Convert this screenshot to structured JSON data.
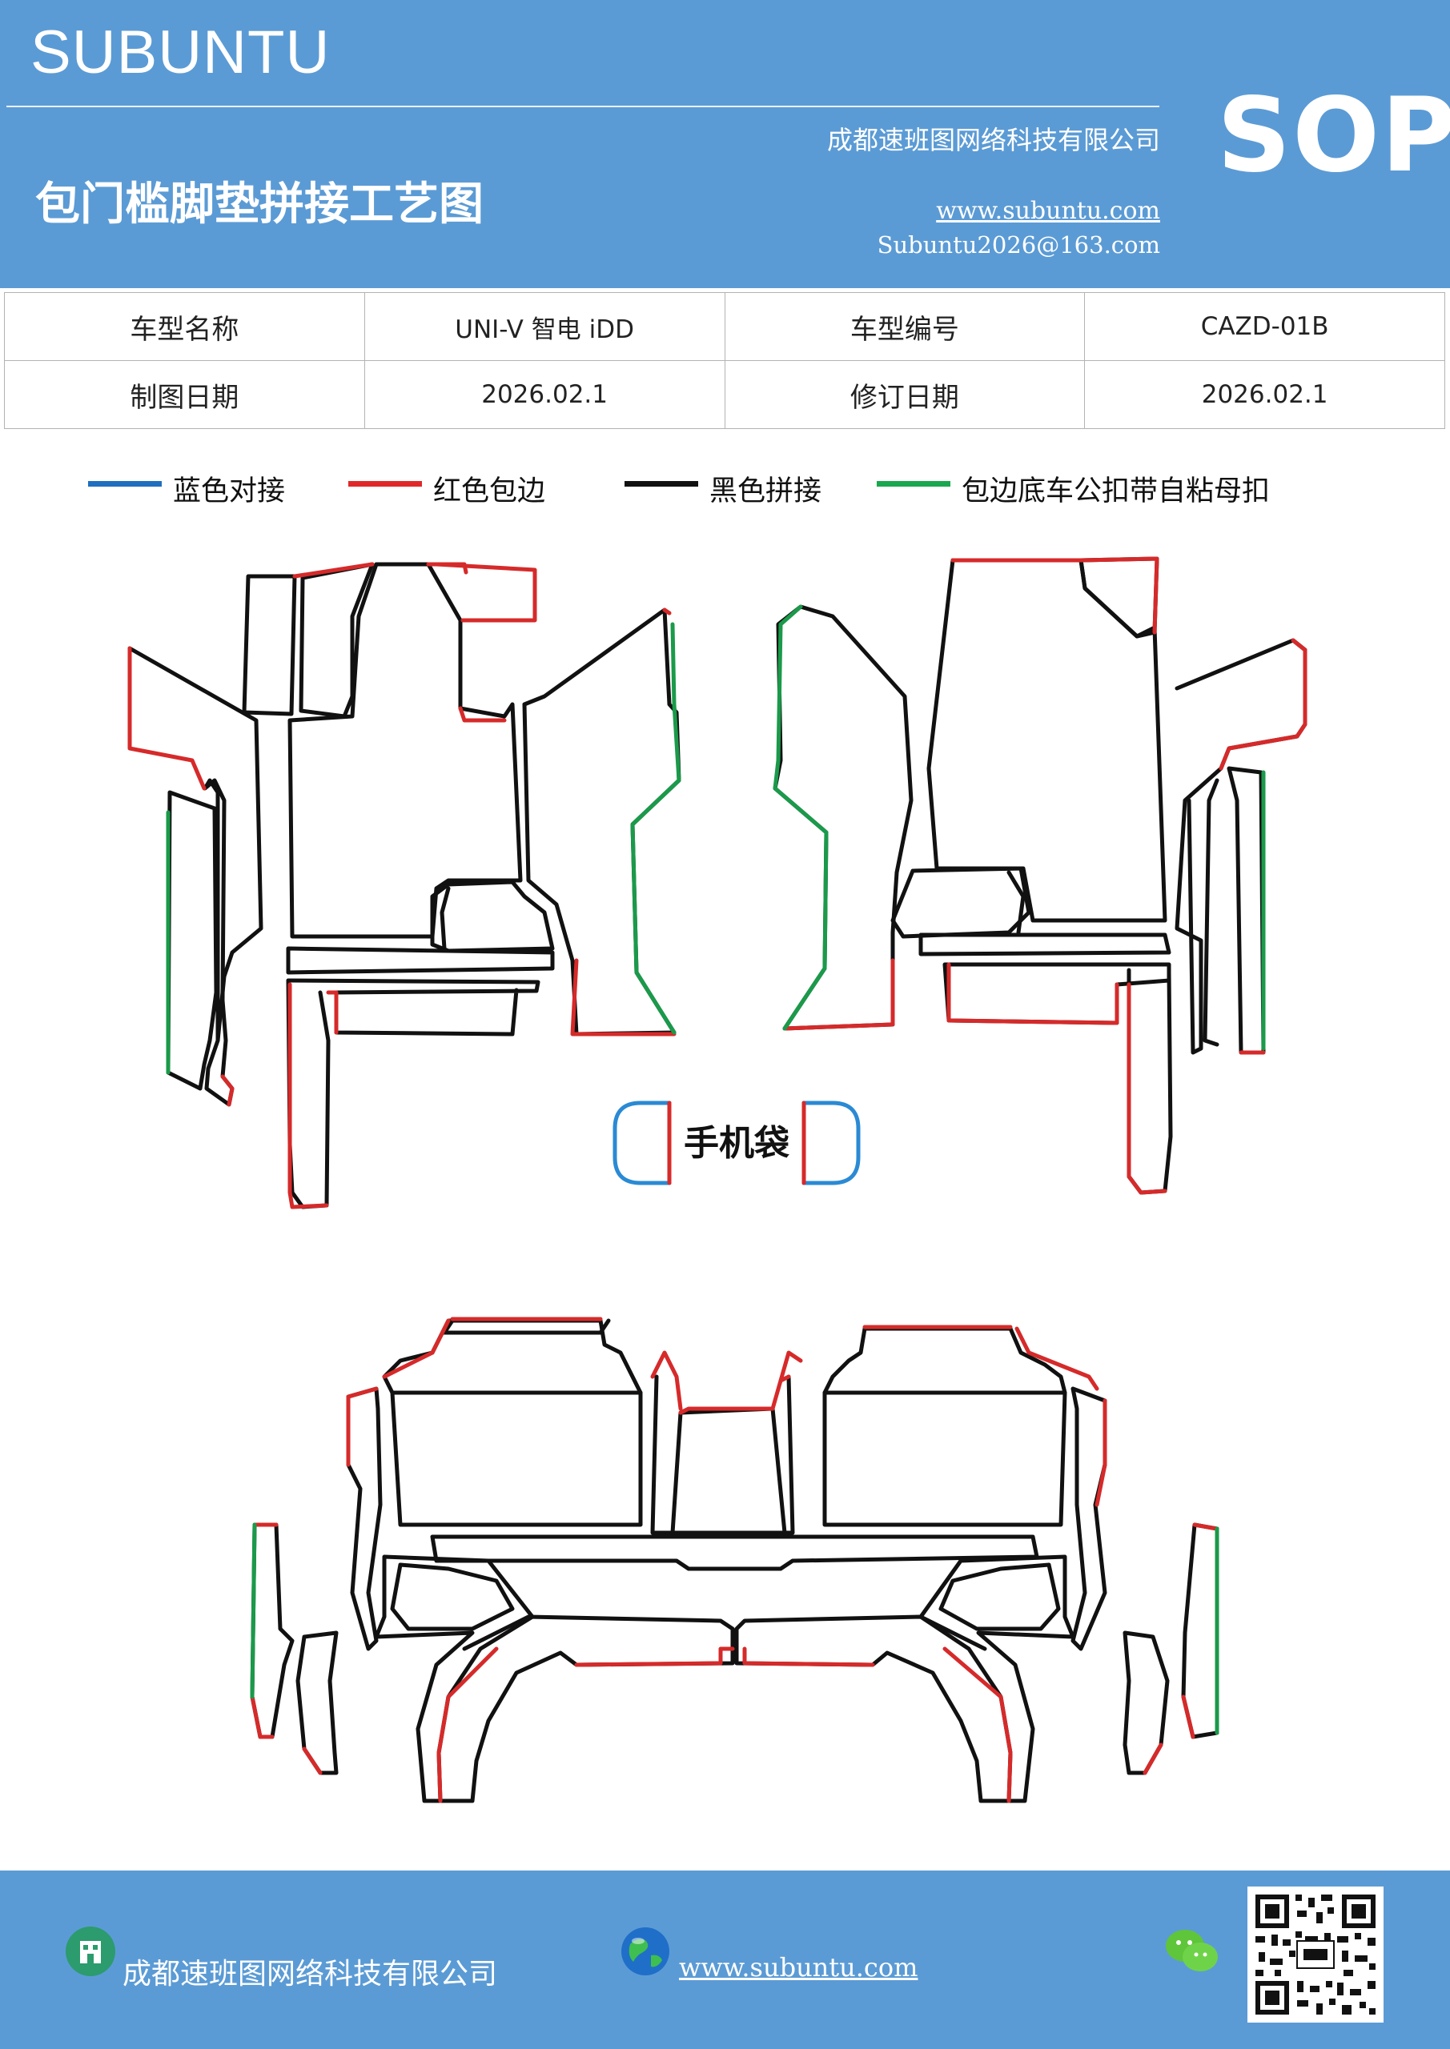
{
  "header": {
    "brand": "SUBUNTU",
    "title": "包门槛脚垫拼接工艺图",
    "company": "成都速班图网络科技有限公司",
    "website": "www.subuntu.com",
    "email": "Subuntu2026@163.com",
    "badge": "SOP"
  },
  "info_table": {
    "rows": [
      {
        "label1": "车型名称",
        "value1": "UNI-V  智电 iDD",
        "label2": "车型编号",
        "value2": "CAZD-01B"
      },
      {
        "label1": "制图日期",
        "value1": "2026.02.1",
        "label2": "修订日期",
        "value2": "2026.02.1"
      }
    ]
  },
  "legend": {
    "items": [
      {
        "label": "蓝色对接",
        "color": "#1f6fbf"
      },
      {
        "label": "红色包边",
        "color": "#e0282a"
      },
      {
        "label": "黑色拼接",
        "color": "#111111"
      },
      {
        "label": "包边底车公扣带自粘母扣",
        "color": "#1aa84f"
      }
    ]
  },
  "diagram": {
    "phone_pocket_label": "手机袋",
    "colors": {
      "black": "#111111",
      "red": "#d62a2a",
      "green": "#1a9a4a",
      "blue": "#2a8ad4"
    }
  },
  "footer": {
    "company": "成都速班图网络科技有限公司",
    "website": "www.subuntu.com"
  },
  "colors": {
    "header_bg": "#5b9bd5",
    "footer_bg": "#5b9bd5"
  }
}
